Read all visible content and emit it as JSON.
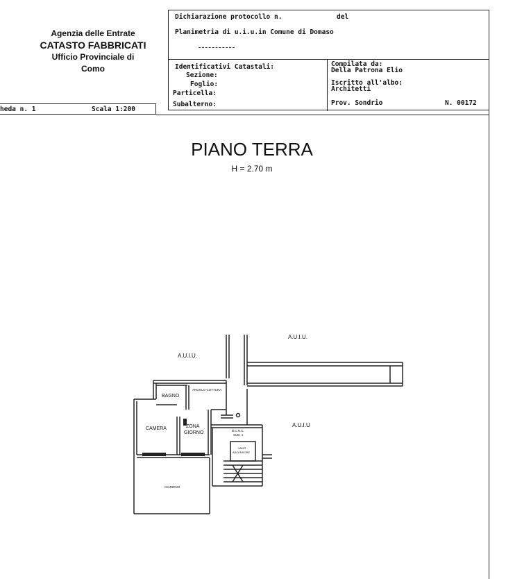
{
  "agency": {
    "line1": "Agenzia delle Entrate",
    "line2": "CATASTO FABBRICATI",
    "line3": "Ufficio Provinciale di",
    "line4": "Como"
  },
  "header": {
    "declaration": "Dichiarazione protocollo n.",
    "del": "del",
    "planimetry": "Planimetria di u.i.u.in Comune di Domaso",
    "identifiers_title": "Identificativi Catastali:",
    "section": "Sezione:",
    "sheet": "Foglio:",
    "parcel": "Particella:",
    "subaltern": "Subalterno:",
    "compiled_by_label": "Compilata da:",
    "compiled_by_name": "Della Patrona Elio",
    "register_label": "Iscritto all'albo:",
    "register_value": "Architetti",
    "province": "Prov. Sondrio",
    "number": "N. 00172"
  },
  "scale_strip": {
    "sheet_label": "heda n. 1",
    "scale_label": "Scala 1:200"
  },
  "plan": {
    "title": "PIANO TERRA",
    "height": "H = 2.70 m",
    "labels": {
      "aiu_left": "A.U.I.U.",
      "aiu_top": "A.U.I.U.",
      "aiu_right": "A.U.I.U",
      "bagno": "BAGNO",
      "angolo_cottura": "ANGOLO COTTURA",
      "camera": "CAMERA",
      "zona": "ZONA",
      "giorno": "GIORNO",
      "bcnc": "B.C.N.C.",
      "sub": "SUB. 1",
      "vano": "VANO",
      "ascensore": "ASCENSORE",
      "giardino": "GIARDINO"
    }
  }
}
